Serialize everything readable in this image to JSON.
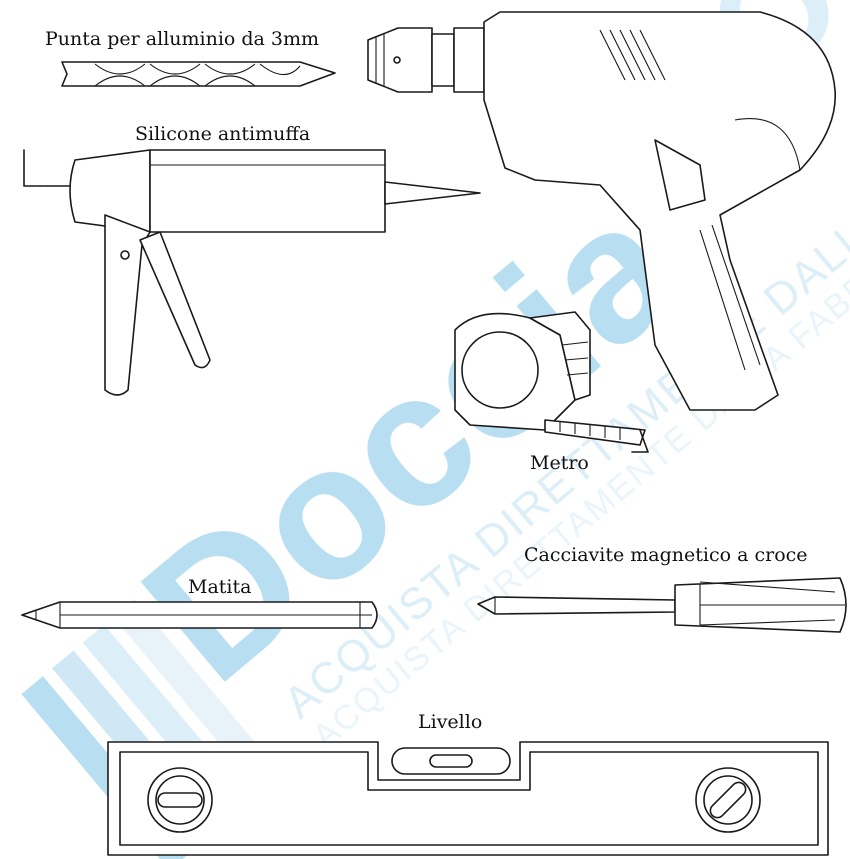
{
  "labels": {
    "drill_bit": "Punta per alluminio da 3mm",
    "silicone": "Silicone antimuffa",
    "tape_measure": "Metro",
    "pencil": "Matita",
    "screwdriver": "Cacciavite magnetico a croce",
    "level": "Livello"
  },
  "watermark": {
    "brand": "Doccia",
    "brand_trailing": "BO",
    "line1": "ACQUISTA DIRETTAMENTE DALLA FABBRICA",
    "line2": "ACQUISTA DIRETTAMENTE DALLA FABBRICA",
    "color": "#7ec3e6",
    "accent_color": "#bfe0f2"
  },
  "colors": {
    "stroke": "#1a1a1a",
    "background": "#ffffff"
  }
}
